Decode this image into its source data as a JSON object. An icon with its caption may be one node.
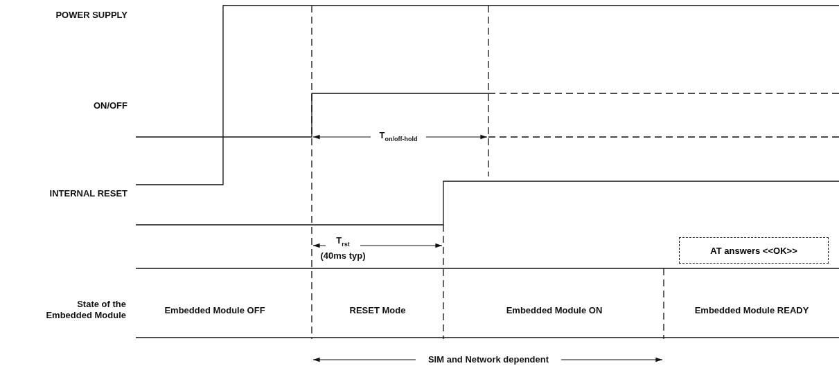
{
  "diagram": {
    "nodes": [
      {
        "text": [
          "AT answers <<OK>>"
        ]
      }
    ],
    "labels": [
      "POWER SUPPLY",
      "ON/OFF",
      "T$_{on/off-hold}$",
      "INTERNAL RESET",
      "T$_{rst}$",
      "(40ms typ)",
      "State of the Embedded Module",
      "Embedded Module OFF",
      "RESET Mode",
      "Embedded Module ON",
      "Embedded Module READY",
      "SIM and Network dependent"
    ]
  }
}
